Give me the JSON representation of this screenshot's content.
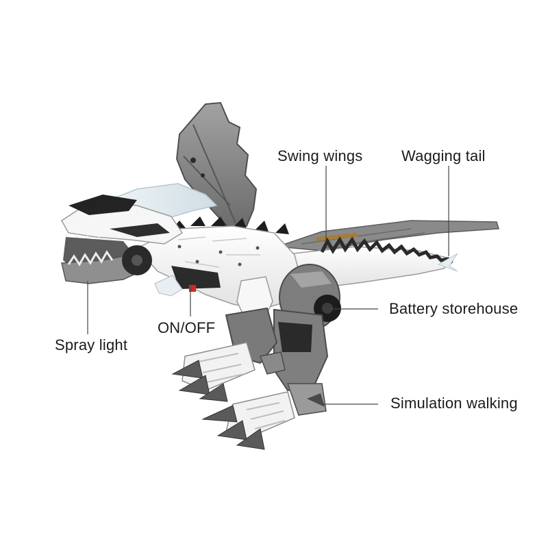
{
  "callouts": {
    "swing_wings": "Swing wings",
    "wagging_tail": "Wagging tail",
    "battery_storehouse": "Battery storehouse",
    "on_off": "ON/OFF",
    "spray_light": "Spray light",
    "simulation_walking": "Simulation walking"
  },
  "colors": {
    "body_white": "#f4f4f4",
    "armor_gray": "#8d8d8d",
    "dark_gray": "#4a4a4a",
    "black": "#1a1a1a",
    "clear_crest": "#dfe9ee",
    "switch_red": "#d42a1a",
    "leader_line": "#444444"
  }
}
